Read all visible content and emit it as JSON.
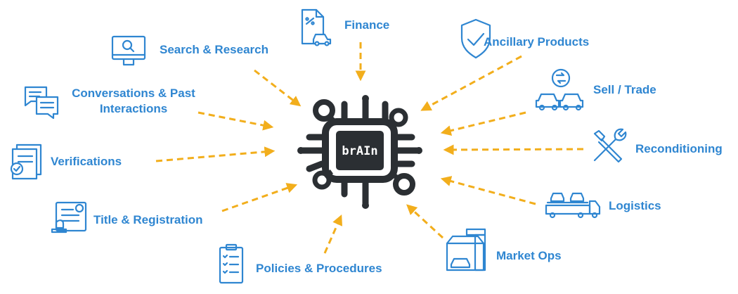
{
  "center": {
    "label": "brAIn"
  },
  "nodes": [
    {
      "id": "finance",
      "label": "Finance",
      "icon": "finance-document-car-icon"
    },
    {
      "id": "ancillary",
      "label": "Ancillary Products",
      "icon": "shield-check-icon"
    },
    {
      "id": "sell-trade",
      "label": "Sell / Trade",
      "icon": "cars-exchange-icon"
    },
    {
      "id": "reconditioning",
      "label": "Reconditioning",
      "icon": "wrench-screwdriver-icon"
    },
    {
      "id": "logistics",
      "label": "Logistics",
      "icon": "car-carrier-truck-icon"
    },
    {
      "id": "market-ops",
      "label": "Market Ops",
      "icon": "dealership-building-icon"
    },
    {
      "id": "policies",
      "label": "Policies & Procedures",
      "icon": "clipboard-checklist-icon"
    },
    {
      "id": "title",
      "label": "Title & Registration",
      "icon": "certificate-stamp-icon"
    },
    {
      "id": "verifications",
      "label": "Verifications",
      "icon": "verified-documents-icon"
    },
    {
      "id": "conversations",
      "label": "Conversations & Past\nInteractions",
      "icon": "chat-bubbles-icon"
    },
    {
      "id": "search",
      "label": "Search & Research",
      "icon": "monitor-search-icon"
    }
  ],
  "colors": {
    "label": "#2f86d1",
    "arrow": "#f2ae1c",
    "chip": "#2b2f33",
    "background": "#ffffff"
  }
}
